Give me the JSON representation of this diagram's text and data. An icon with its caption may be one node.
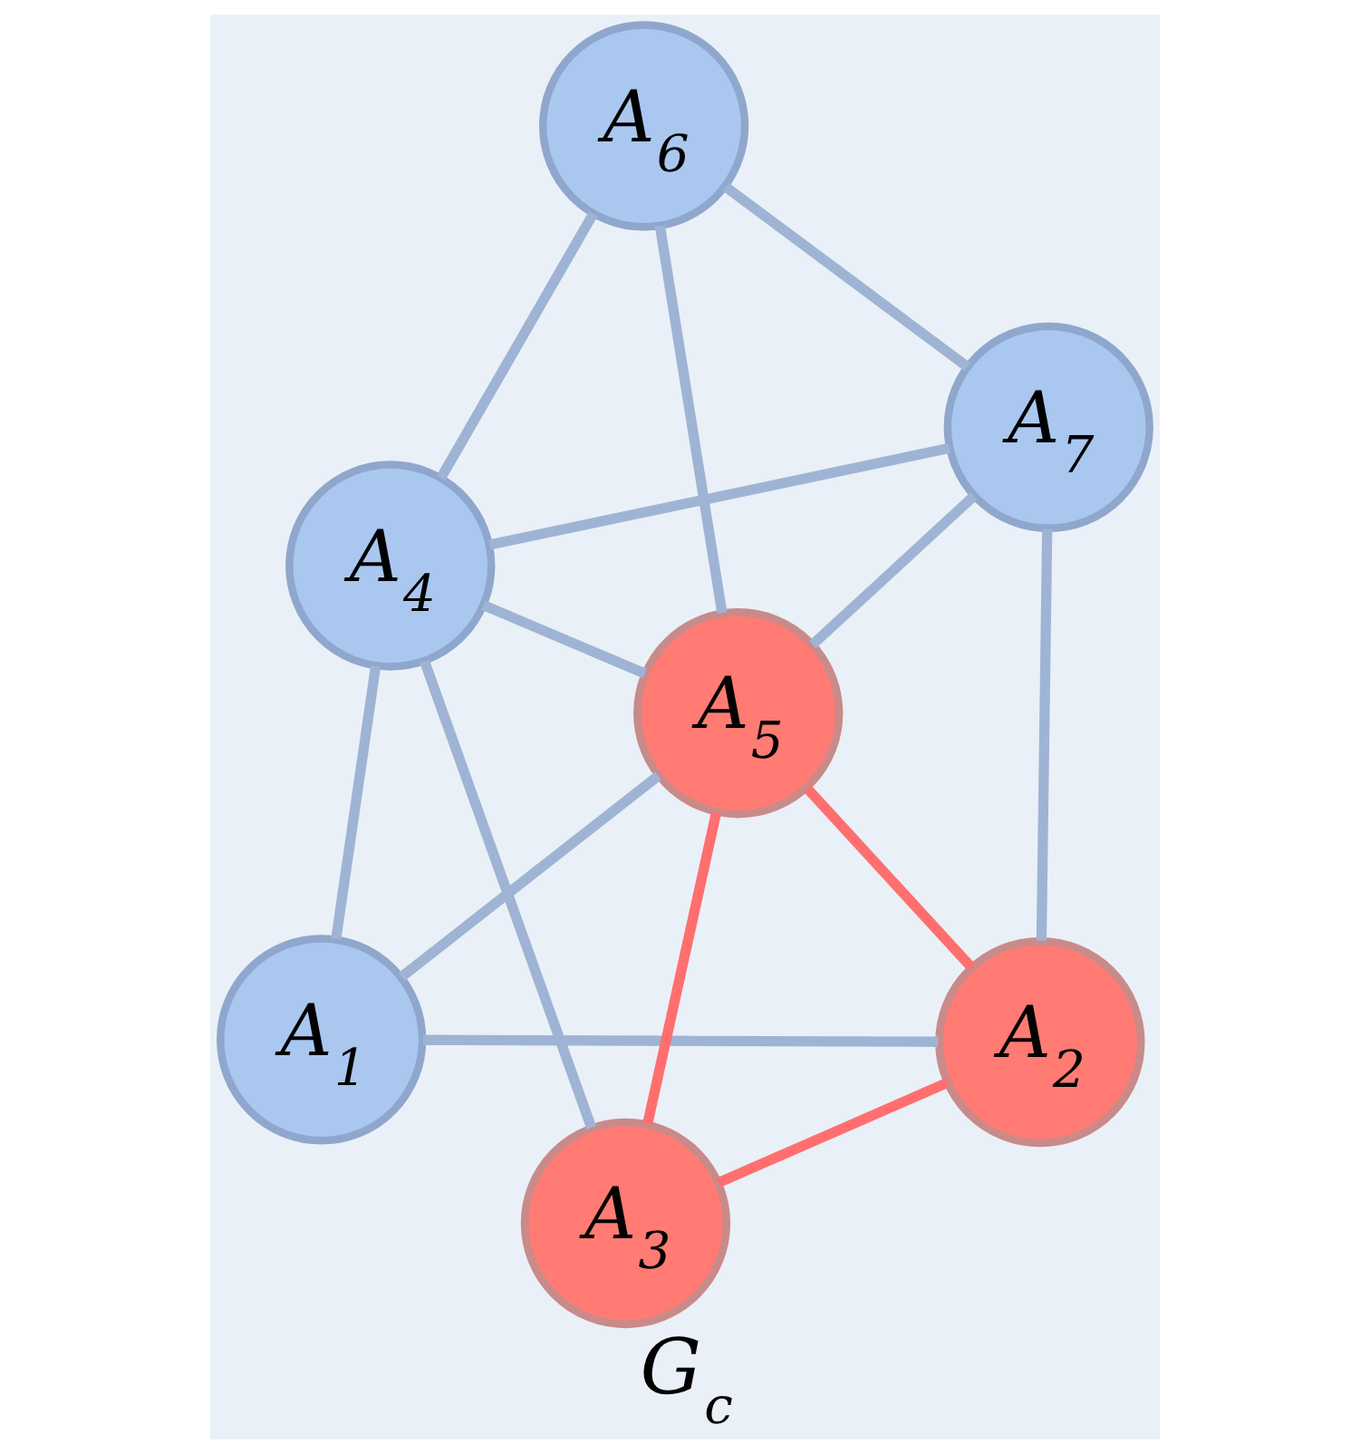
{
  "diagram": {
    "caption": "G$_{c}$",
    "nodes": [
      {
        "text": [
          "A$_{1}$"
        ]
      },
      {
        "text": [
          "A$_{2}$"
        ]
      },
      {
        "text": [
          "A$_{3}$"
        ]
      },
      {
        "text": [
          "A$_{4}$"
        ]
      },
      {
        "text": [
          "A$_{5}$"
        ]
      },
      {
        "text": [
          "A$_{6}$"
        ]
      },
      {
        "text": [
          "A$_{7}$"
        ]
      }
    ],
    "edges": [
      {
        "from": 0,
        "to": 3,
        "arrow": "none"
      },
      {
        "from": 0,
        "to": 1,
        "arrow": "none"
      },
      {
        "from": 0,
        "to": 4,
        "arrow": "none"
      },
      {
        "from": 2,
        "to": 3,
        "arrow": "none"
      },
      {
        "from": 2,
        "to": 1,
        "arrow": "none",
        "color": "#ff6f6f"
      },
      {
        "from": 2,
        "to": 4,
        "arrow": "none",
        "color": "#ff6f6f"
      },
      {
        "from": 1,
        "to": 4,
        "arrow": "none",
        "color": "#ff6f6f"
      },
      {
        "from": 3,
        "to": 4,
        "arrow": "none"
      },
      {
        "from": 3,
        "to": 5,
        "arrow": "none"
      },
      {
        "from": 3,
        "to": 6,
        "arrow": "none"
      },
      {
        "from": 4,
        "to": 5,
        "arrow": "none"
      },
      {
        "from": 4,
        "to": 6,
        "arrow": "none"
      },
      {
        "from": 1,
        "to": 6,
        "arrow": "none"
      },
      {
        "from": 5,
        "to": 6,
        "arrow": "none"
      }
    ]
  }
}
